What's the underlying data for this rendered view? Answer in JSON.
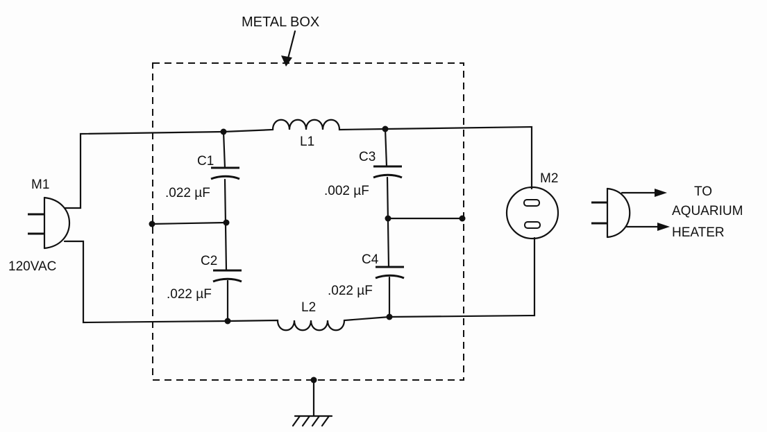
{
  "labels": {
    "metal_box": "METAL BOX",
    "m1": "M1",
    "m1_voltage": "120VAC",
    "m2": "M2",
    "l1": "L1",
    "l2": "L2",
    "c1": "C1",
    "c1_value": ".022 µF",
    "c2": "C2",
    "c2_value": ".022 µF",
    "c3": "C3",
    "c3_value": ".002 µF",
    "c4": "C4",
    "c4_value": ".022 µF",
    "output_line1": "TO",
    "output_line2": "AQUARIUM",
    "output_line3": "HEATER"
  }
}
